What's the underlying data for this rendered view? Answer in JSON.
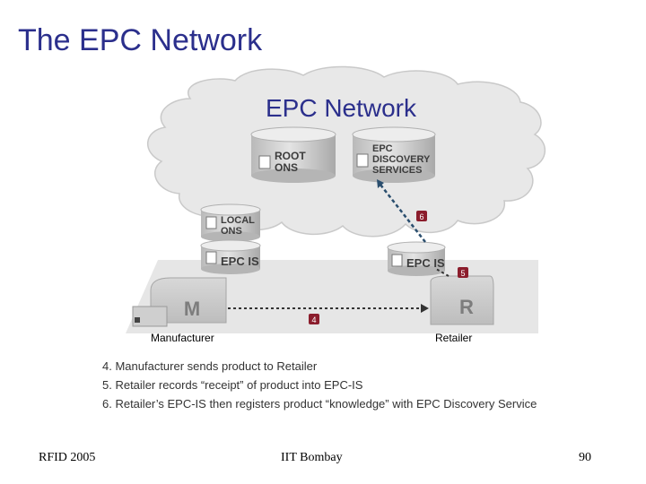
{
  "slide": {
    "title": "The EPC Network"
  },
  "diagram": {
    "cloud_title": "EPC Network",
    "root_ons": [
      "ROOT",
      "ONS"
    ],
    "discovery": [
      "EPC",
      "DISCOVERY",
      "SERVICES"
    ],
    "local_ons": [
      "LOCAL",
      "ONS"
    ],
    "epc_is": "EPC IS",
    "manufacturer_letter": "M",
    "retailer_letter": "R",
    "manufacturer_label": "Manufacturer",
    "retailer_label": "Retailer",
    "steps": [
      "4",
      "5",
      "6"
    ]
  },
  "notes": [
    "4. Manufacturer sends product to Retailer",
    "5. Retailer records “receipt” of product into EPC-IS",
    "6. Retailer’s EPC-IS then registers product “knowledge” with EPC Discovery Service"
  ],
  "footer": {
    "left": "RFID 2005",
    "center": "IIT Bombay",
    "page": "90"
  },
  "colors": {
    "title": "#2b2f8c",
    "cloud_text": "#2b2f8c",
    "badge": "#8b1d2c",
    "cylinder": "#cfcfcf",
    "ground": "#e6e6e6"
  }
}
